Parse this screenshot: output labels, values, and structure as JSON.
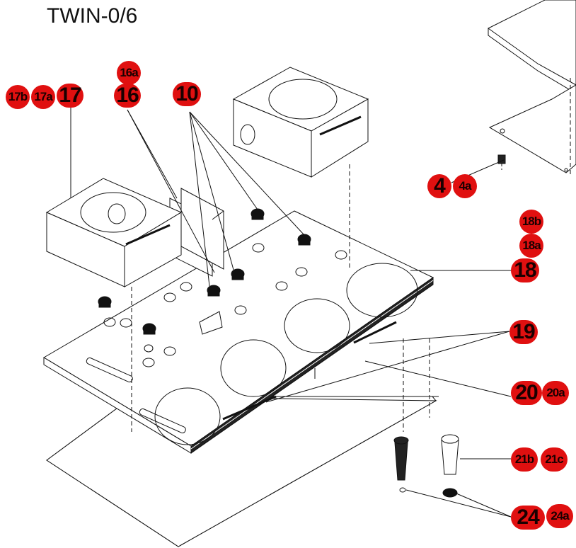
{
  "title": "TWIN-0/6",
  "callouts": [
    {
      "id": "c-16a",
      "text": "16a"
    },
    {
      "id": "c-17b",
      "text": "17b"
    },
    {
      "id": "c-17a",
      "text": "17a"
    },
    {
      "id": "c-17",
      "text": "17"
    },
    {
      "id": "c-16",
      "text": "16"
    },
    {
      "id": "c-10",
      "text": "10"
    },
    {
      "id": "c-4",
      "text": "4"
    },
    {
      "id": "c-4a",
      "text": "4a"
    },
    {
      "id": "c-18b",
      "text": "18b"
    },
    {
      "id": "c-18a",
      "text": "18a"
    },
    {
      "id": "c-18",
      "text": "18"
    },
    {
      "id": "c-19",
      "text": "19"
    },
    {
      "id": "c-20",
      "text": "20"
    },
    {
      "id": "c-20a",
      "text": "20a"
    },
    {
      "id": "c-21b",
      "text": "21b"
    },
    {
      "id": "c-21c",
      "text": "21c"
    },
    {
      "id": "c-24",
      "text": "24"
    },
    {
      "id": "c-24a",
      "text": "24a"
    }
  ],
  "colors": {
    "callout_fill": "#e01010",
    "line": "#111111",
    "background": "#ffffff"
  }
}
